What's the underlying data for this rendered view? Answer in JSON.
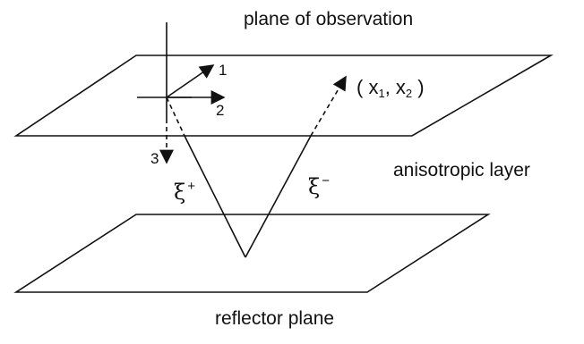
{
  "labels": {
    "plane_of_observation": "plane of observation",
    "anisotropic_layer": "anisotropic layer",
    "reflector_plane": "reflector plane"
  },
  "axes": {
    "axis_1": "1",
    "axis_2": "2",
    "axis_3": "3"
  },
  "point": {
    "open_paren": "( x",
    "sub1": "1",
    "comma": ", x",
    "sub2": "2",
    "close_paren": " )"
  },
  "rays": {
    "downgoing_symbol": "ξ",
    "downgoing_sign": "+",
    "upgoing_symbol": "ξ",
    "upgoing_sign": "−"
  },
  "colors": {
    "line": "#111111",
    "background": "#ffffff"
  }
}
